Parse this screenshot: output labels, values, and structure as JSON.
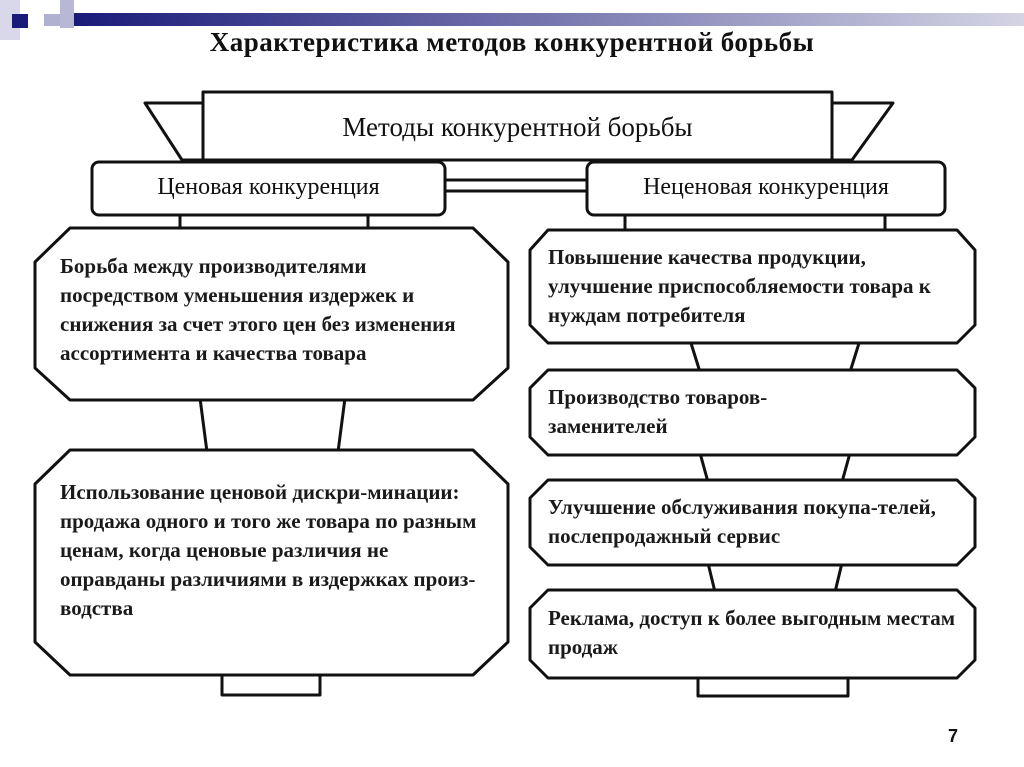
{
  "slide_title": "Характеристика методов конкурентной борьбы",
  "root": "Методы конкурентной борьбы",
  "left": {
    "header": "Ценовая конкуренция",
    "items": [
      "Борьба между производителями посредством уменьшения издержек и снижения за счет этого цен без изменения ассортимента и качества товара",
      "Использование ценовой дискри-минации: продажа одного и того же товара по разным ценам, когда ценовые различия не оправданы различиями в издержках произ-водства"
    ]
  },
  "right": {
    "header": "Неценовая конкуренция",
    "items": [
      "Повышение качества продукции, улучшение приспособляемости товара к нуждам потребителя",
      "Производство товаров-заменителей",
      "Улучшение обслуживания покупа-телей, послепродажный сервис",
      "Реклама, доступ к более выгодным местам продаж"
    ]
  },
  "page_number": "7",
  "colors": {
    "accent": "#1a1a7a",
    "bar_end": "#c8c8dc",
    "line": "#111111"
  }
}
